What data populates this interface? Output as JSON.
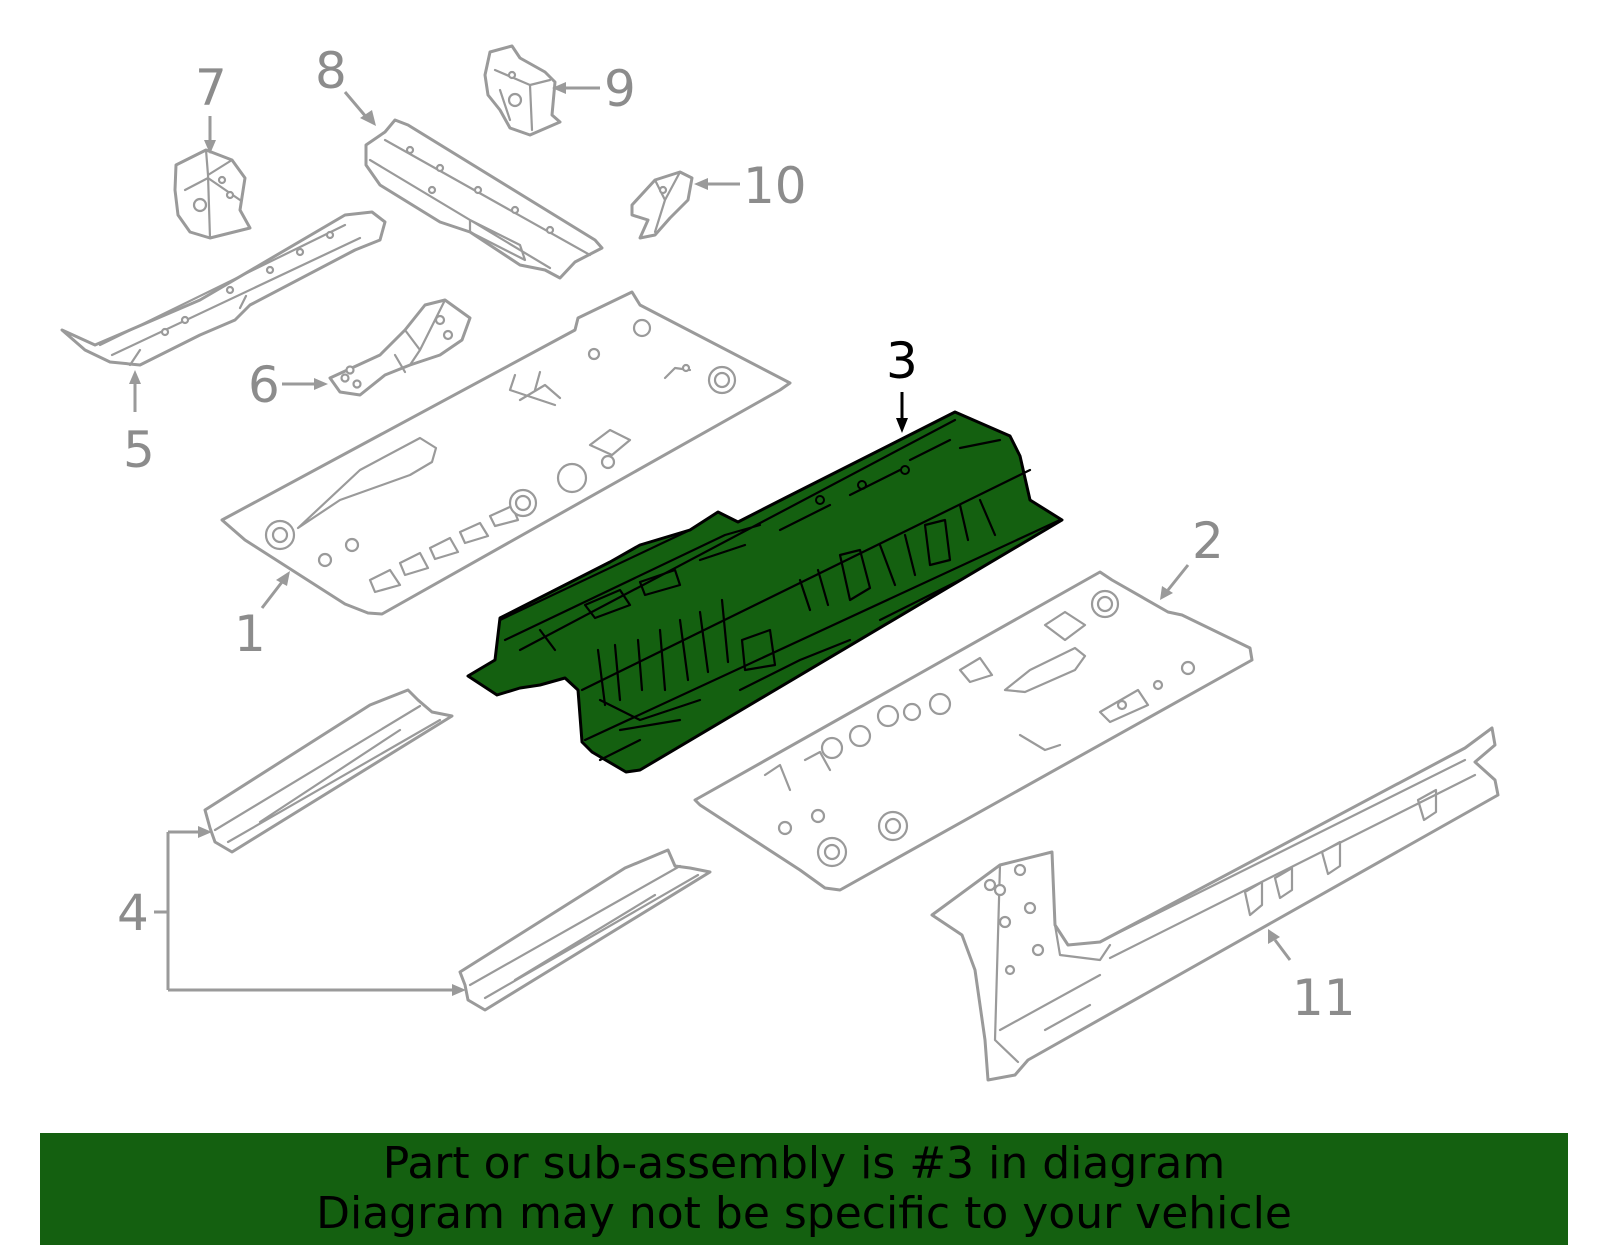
{
  "callouts": {
    "c1": "1",
    "c2": "2",
    "c3": "3",
    "c4": "4",
    "c5": "5",
    "c6": "6",
    "c7": "7",
    "c8": "8",
    "c9": "9",
    "c10": "10",
    "c11": "11"
  },
  "highlighted_callout": "3",
  "banner": {
    "line1": "Part or sub-assembly is #3 in diagram",
    "line2": "Diagram may not be specific to your vehicle"
  },
  "colors": {
    "highlight_fill": "#146010",
    "banner_background": "#146010",
    "line_gray": "#9a9a9a",
    "label_gray": "#8c8c8c"
  }
}
